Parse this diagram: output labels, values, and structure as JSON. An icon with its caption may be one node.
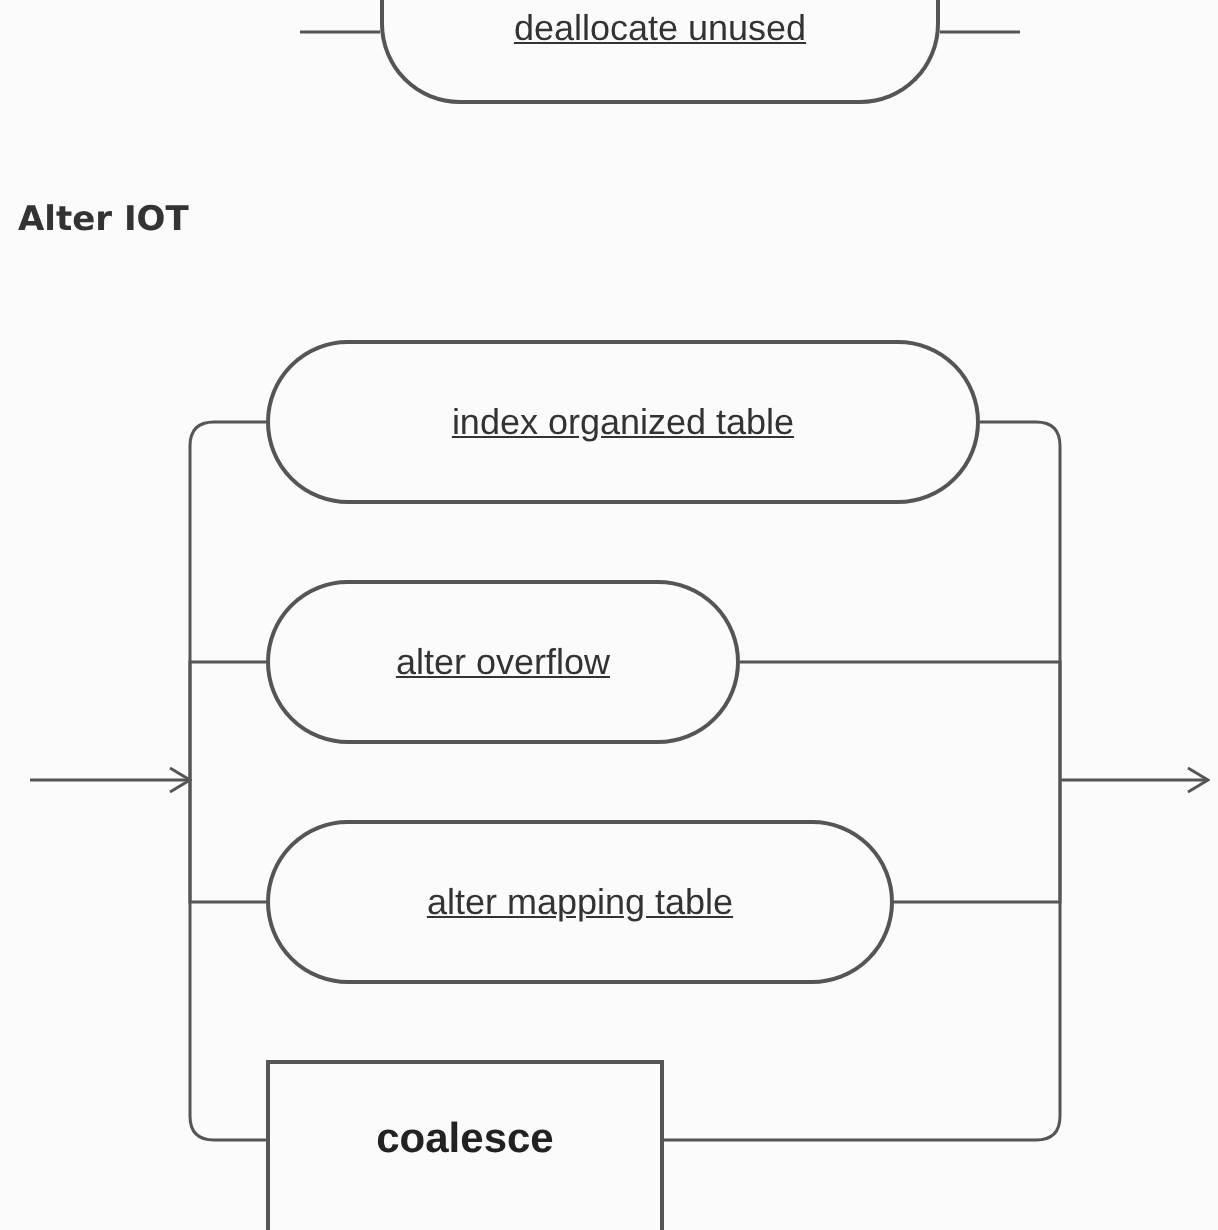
{
  "diagram": {
    "title": "Alter IOT",
    "nodes": [
      {
        "text": [
          "deallocate unused"
        ]
      },
      {
        "text": [
          "index organized table"
        ]
      },
      {
        "text": [
          "alter overflow"
        ]
      },
      {
        "text": [
          "alter mapping table"
        ]
      },
      {
        "text": [
          "coalesce"
        ]
      }
    ],
    "edges": [
      {
        "from": null,
        "to": 0,
        "arrow": "none"
      },
      {
        "from": 0,
        "to": null,
        "arrow": "none"
      },
      {
        "from": null,
        "to": 1,
        "arrow": "none"
      },
      {
        "from": null,
        "to": 2,
        "arrow": "none"
      },
      {
        "from": null,
        "to": 3,
        "arrow": "none"
      },
      {
        "from": null,
        "to": 4,
        "arrow": "none"
      },
      {
        "from": 1,
        "to": null,
        "arrow": "none"
      },
      {
        "from": 2,
        "to": null,
        "arrow": "none"
      },
      {
        "from": 3,
        "to": null,
        "arrow": "none"
      },
      {
        "from": 4,
        "to": null,
        "arrow": "none"
      }
    ]
  }
}
